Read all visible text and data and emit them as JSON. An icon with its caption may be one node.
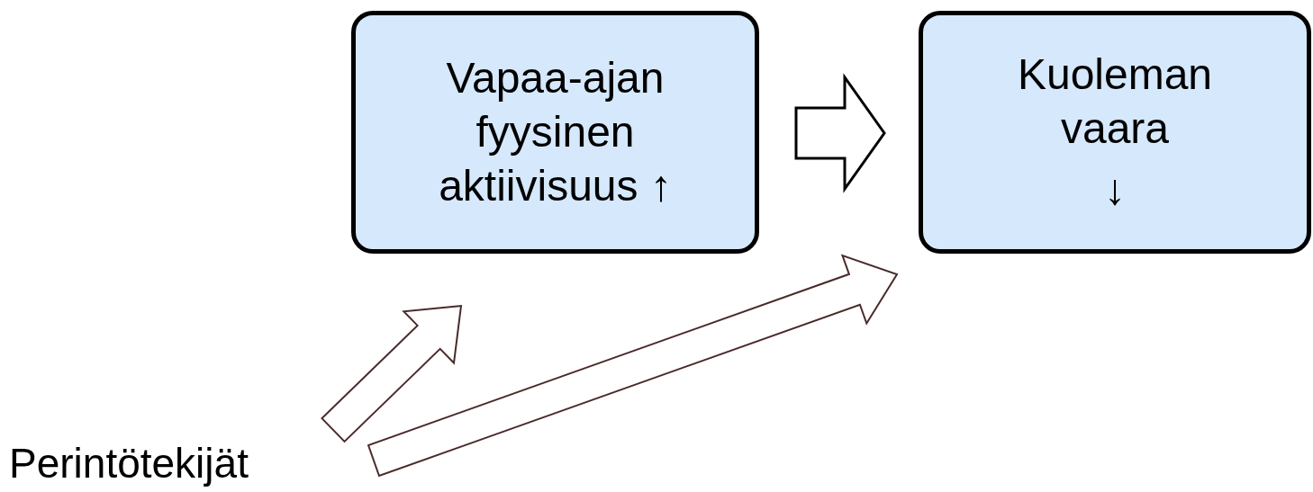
{
  "diagram": {
    "nodes": [
      {
        "text": [
          "Vapaa-ajan fyysinen aktiivisuus ↑"
        ]
      },
      {
        "text": [
          "Kuoleman vaara",
          "↓"
        ]
      },
      {
        "text": [
          "Perintötekijät"
        ]
      }
    ],
    "edges": [
      {
        "from": 0,
        "to": 1,
        "arrow": "to",
        "style": "thick"
      },
      {
        "from": 2,
        "to": 0,
        "arrow": "to",
        "color": "#4a2a2a"
      },
      {
        "from": 2,
        "to": 1,
        "arrow": "to",
        "color": "#4a2a2a"
      }
    ]
  }
}
